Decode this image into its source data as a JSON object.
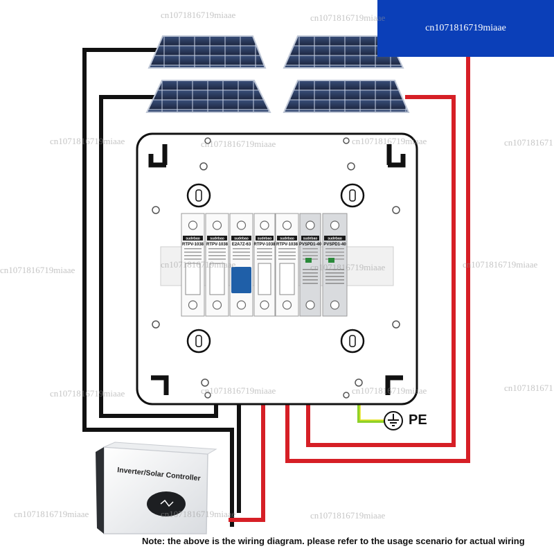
{
  "corner_badge": "cn1071816719miaae",
  "watermarks": [
    "cn1071816719miaae",
    "cn1071816719miaae",
    "cn1071816719miaae",
    "cn1071816719miaae",
    "cn1071816719miaae",
    "cn1071816719miaae",
    "cn107181671",
    "cn1071816719miaae",
    "cn1071816719miaae",
    "cn1071816719miaae",
    "cn1071816719miaae",
    "cn1071816719miaae",
    "cn1071816719miaae",
    "cn107181671",
    "cn1071816719miaae",
    "cn1071816719miaae",
    "cn1071816719miaae"
  ],
  "brand": "sudebao",
  "modules": [
    {
      "model": "RTPV-1038"
    },
    {
      "model": "RTPV-1038"
    },
    {
      "model": "E2A7Z-63"
    },
    {
      "model": "RTPV-1038"
    },
    {
      "model": "RTPV-1038"
    },
    {
      "model": "PVSPD1-40"
    },
    {
      "model": "PVSPD1-40"
    }
  ],
  "ground_label": "PE",
  "inverter_label": "Inverter/Solar Controller",
  "note": "Note: the above is the wiring diagram. please refer to the usage scenario for actual wiring",
  "colors": {
    "positive_wire": "#d61f26",
    "negative_wire": "#111111",
    "ground_wire": "#8fd12a",
    "badge": "#0b3fb8",
    "breaker_handle": "#1f5fa8"
  }
}
